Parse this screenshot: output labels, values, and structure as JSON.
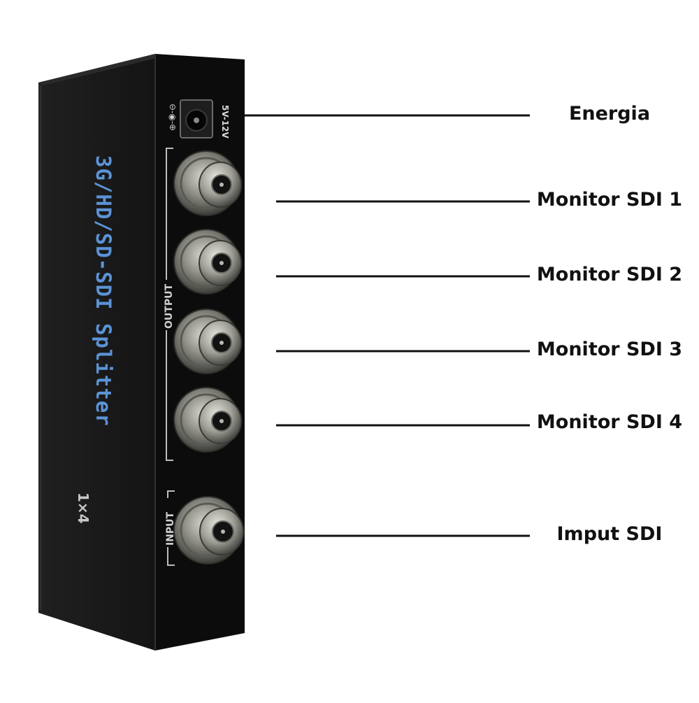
{
  "device": {
    "side_label": "3G/HD/SD-SDI Splitter",
    "side_sublabel": "1×4",
    "power_label": "5V-12V",
    "output_label": "OUTPUT",
    "input_label": "INPUT",
    "colors": {
      "body": "#161616",
      "face": "#0c0c0c",
      "accent_text": "#5b93d6",
      "metal": "#9a9a92"
    }
  },
  "callouts": [
    {
      "id": "energia",
      "label": "Energia"
    },
    {
      "id": "monitor-sdi-1",
      "label": "Monitor SDI 1"
    },
    {
      "id": "monitor-sdi-2",
      "label": "Monitor SDI 2"
    },
    {
      "id": "monitor-sdi-3",
      "label": "Monitor SDI 3"
    },
    {
      "id": "monitor-sdi-4",
      "label": "Monitor SDI 4"
    },
    {
      "id": "imput-sdi",
      "label": "Imput SDI"
    }
  ]
}
